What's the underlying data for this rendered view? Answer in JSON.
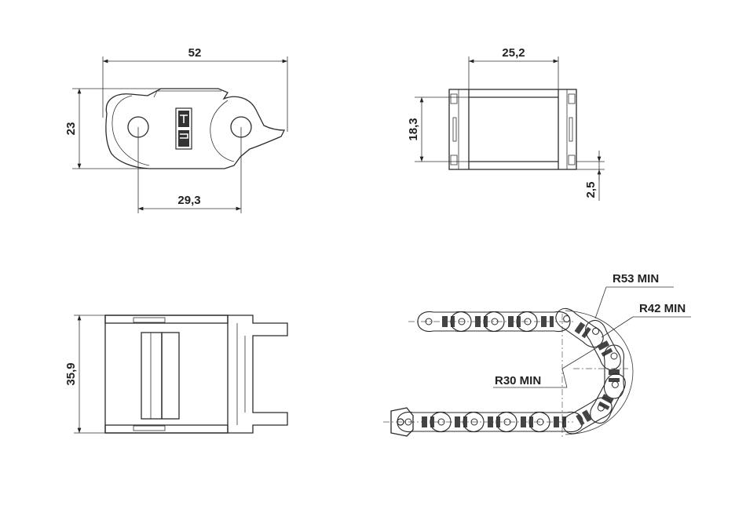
{
  "side_view": {
    "dim_width": "52",
    "dim_height": "23",
    "dim_pitch": "29,3"
  },
  "front_view": {
    "dim_width": "25,2",
    "dim_height": "18,3",
    "dim_thickness": "2,5"
  },
  "top_view": {
    "dim_width": "35,9"
  },
  "chain_view": {
    "r_outer": "R53 MIN",
    "r_middle": "R42 MIN",
    "r_inner": "R30 MIN"
  },
  "colors": {
    "line": "#2b2b2b",
    "text": "#222222"
  }
}
